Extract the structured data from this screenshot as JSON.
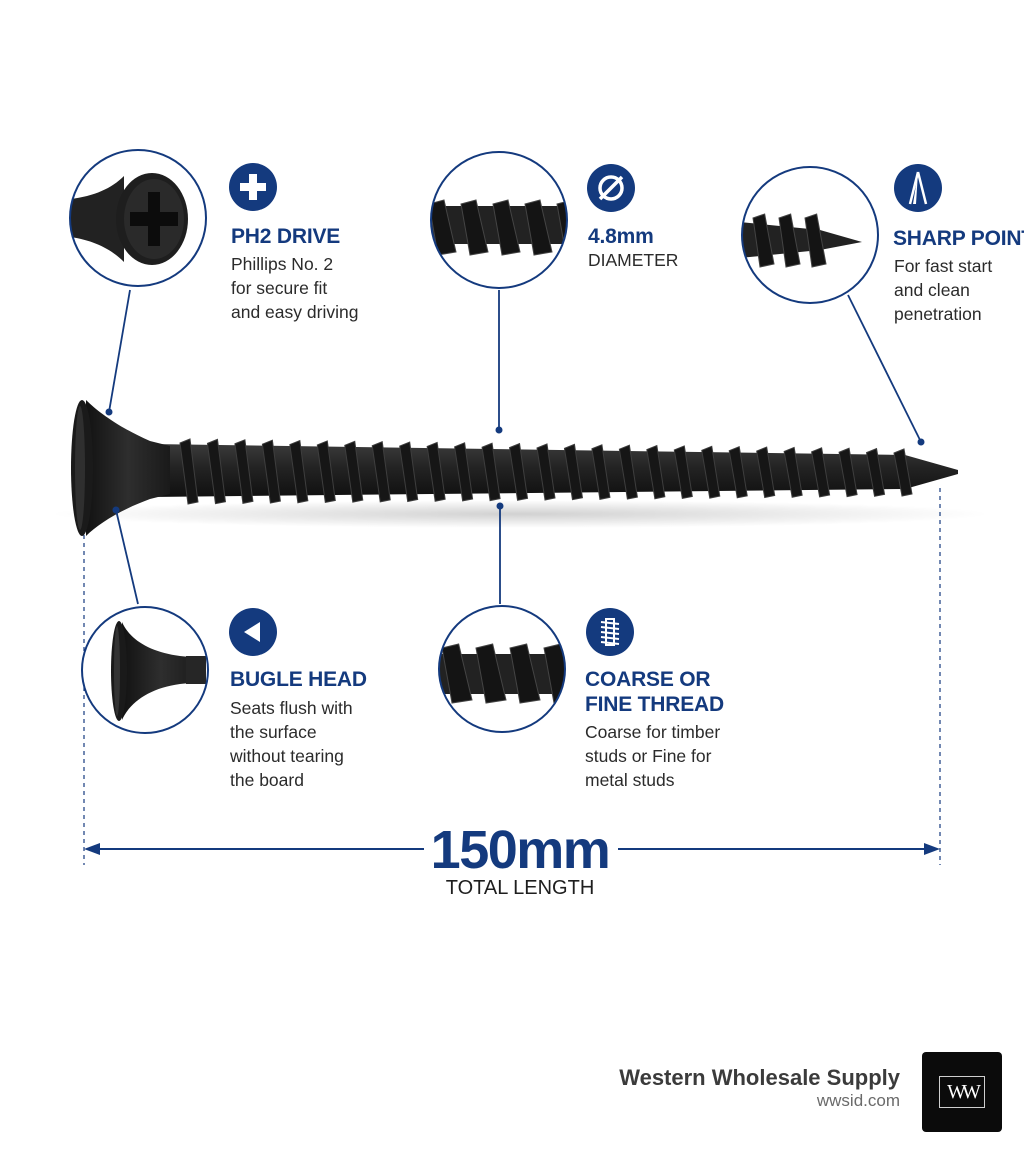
{
  "features": {
    "drive": {
      "title": "PH2 DRIVE",
      "description": [
        "Phillips No. 2",
        "for secure fit",
        "and easy driving"
      ],
      "icon": "plus-icon"
    },
    "diameter": {
      "title": "4.8mm",
      "description": [
        "DIAMETER"
      ],
      "icon": "diameter-icon"
    },
    "point": {
      "title": "SHARP POINT",
      "description": [
        "For fast start",
        "and clean",
        "penetration"
      ],
      "icon": "sharp-point-icon"
    },
    "head": {
      "title": "BUGLE HEAD",
      "description": [
        "Seats flush with",
        "the surface",
        "without tearing",
        "the board"
      ],
      "icon": "triangle-left-icon"
    },
    "thread": {
      "title": [
        "COARSE OR",
        "FINE THREAD"
      ],
      "description": [
        "Coarse for timber",
        "studs or Fine for",
        "metal studs"
      ],
      "icon": "thread-icon"
    }
  },
  "length": {
    "value": "150mm",
    "label": "TOTAL LENGTH"
  },
  "brand": {
    "name": "Western Wholesale Supply",
    "url": "wwsid.com",
    "logo_text": "WW"
  },
  "colors": {
    "accent": "#143a7e",
    "screw": "#1c1c1c",
    "text": "#2b2b2b"
  }
}
